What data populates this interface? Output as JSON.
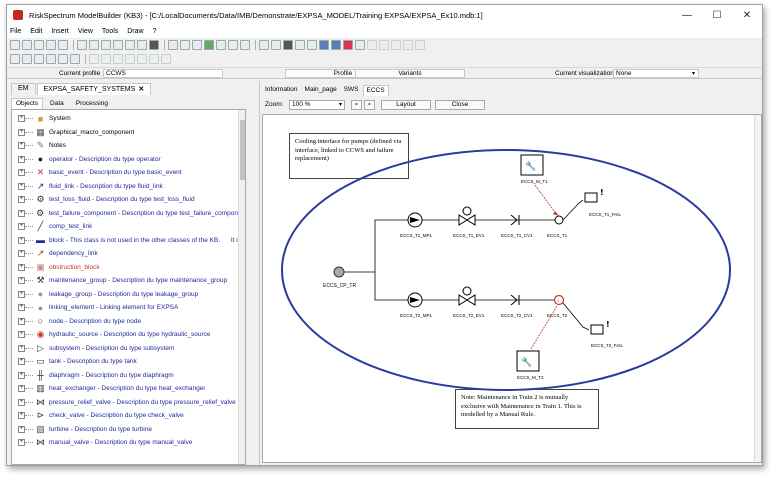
{
  "window": {
    "title": "RiskSpectrum ModelBuilder (KB3) - [C:/LocalDocuments/Data/IMB/Demonstrate/EXPSA_MODEL/Training EXPSA/EXPSA_Ex10.mdb:1]",
    "controls": {
      "minimize": "—",
      "maximize": "☐",
      "close": "✕"
    }
  },
  "menu": [
    "File",
    "Edit",
    "Insert",
    "View",
    "Tools",
    "Draw",
    "?"
  ],
  "profile_bar": {
    "current_profile_label": "Current profile",
    "current_profile_value": "CCWS",
    "profile_button": "Profile",
    "variants_button": "Variants",
    "current_visualization_label": "Current visualization",
    "current_visualization_value": "None"
  },
  "left_pane": {
    "tabs": [
      {
        "label": "EM"
      },
      {
        "label": "EXPSA_SAFETY_SYSTEMS",
        "close": "✕"
      }
    ],
    "subtabs": [
      "Objects",
      "Data",
      "Processing"
    ],
    "tree": [
      {
        "label": "System",
        "color": "black",
        "icon": "folder-icon"
      },
      {
        "label": "Graphical_macro_component",
        "color": "black",
        "icon": "mcg-icon"
      },
      {
        "label": "Notes",
        "color": "black",
        "icon": "notes-icon"
      },
      {
        "label": "operator - Description du type operator",
        "color": "blue",
        "icon": "operator-icon"
      },
      {
        "label": "basic_event - Description du type basic_event",
        "color": "blue",
        "icon": "basic-event-icon"
      },
      {
        "label": "fluid_link - Description du type fluid_link",
        "color": "blue",
        "icon": "fluid-link-icon"
      },
      {
        "label": "test_loss_fluid - Description du type test_loss_fluid",
        "color": "blue",
        "icon": "test-loss-fluid-icon"
      },
      {
        "label": "test_failure_component - Description du type test_failure_component",
        "color": "blue",
        "icon": "test-failure-icon"
      },
      {
        "label": "comp_test_link",
        "color": "blue",
        "icon": "comp-test-link-icon"
      },
      {
        "label": "block - This class is not used in the other classes of the KB.",
        "tail": "It is",
        "color": "blue",
        "icon": "block-icon"
      },
      {
        "label": "dependency_link",
        "color": "blue",
        "icon": "dependency-link-icon"
      },
      {
        "label": "obstruction_block",
        "color": "red",
        "icon": "obstruction-block-icon"
      },
      {
        "label": "maintenance_group - Description du type maintenance_group",
        "color": "blue",
        "icon": "maintenance-group-icon"
      },
      {
        "label": "leakage_group - Description du type leakage_group",
        "color": "blue",
        "icon": "leakage-group-icon"
      },
      {
        "label": "linking_element - Linking element for EXPSA",
        "color": "blue",
        "icon": "linking-element-icon"
      },
      {
        "label": "node - Description du type node",
        "color": "blue",
        "icon": "node-icon"
      },
      {
        "label": "hydraulic_source - Description du type hydraulic_source",
        "color": "blue",
        "icon": "hydraulic-source-icon"
      },
      {
        "label": "subsystem - Description du type subsystem",
        "color": "blue",
        "icon": "subsystem-icon"
      },
      {
        "label": "tank - Description du type tank",
        "color": "blue",
        "icon": "tank-icon"
      },
      {
        "label": "diaphragm - Description du type diaphragm",
        "color": "blue",
        "icon": "diaphragm-icon"
      },
      {
        "label": "heat_exchanger - Description du type heat_exchanger",
        "color": "blue",
        "icon": "heat-exchanger-icon"
      },
      {
        "label": "pressure_relief_valve - Description du type pressure_relief_valve",
        "color": "blue",
        "icon": "pressure-relief-valve-icon"
      },
      {
        "label": "check_valve - Description du type check_valve",
        "color": "blue",
        "icon": "check-valve-icon"
      },
      {
        "label": "turbine - Description du type turbine",
        "color": "blue",
        "icon": "turbine-icon"
      },
      {
        "label": "manual_valve - Description du type manual_valve",
        "color": "blue",
        "icon": "manual-valve-icon"
      }
    ]
  },
  "right_pane": {
    "tabs": [
      "Information",
      "Main_page",
      "SWS",
      "ECCS"
    ],
    "active_tab": "ECCS",
    "zoom_label": "Zoom:",
    "zoom_value": "100 %",
    "layout_button": "Layout",
    "close_button": "Close"
  },
  "diagram": {
    "note_top": "Cooling interface for pumps (defined via interface, linked to CCWS and failure replacement)",
    "note_bottom": "Note: Maintenance in Train 2 is mutually exclusive with Maintenance in Train 1. This is modelled by a Manual Rule.",
    "source": "ECCS_CP_TR",
    "train1": [
      "ECCS_T1_MP1",
      "ECCS_T1_EV1",
      "ECCS_T1_CV1",
      "ECCS_T1"
    ],
    "train2": [
      "ECCS_T2_MP1",
      "ECCS_T2_EV1",
      "ECCS_T2_CV1",
      "ECCS_T2"
    ],
    "maint1": "ECCS_M_T1",
    "maint2": "ECCS_M_T2",
    "fail1": "ECCS_T1_FAIL",
    "fail2": "ECCS_T2_FAIL",
    "colors": {
      "ellipse": "#2a3a9e",
      "arrow_red": "#c0392b",
      "tree_text": "#1f2a9a"
    }
  }
}
